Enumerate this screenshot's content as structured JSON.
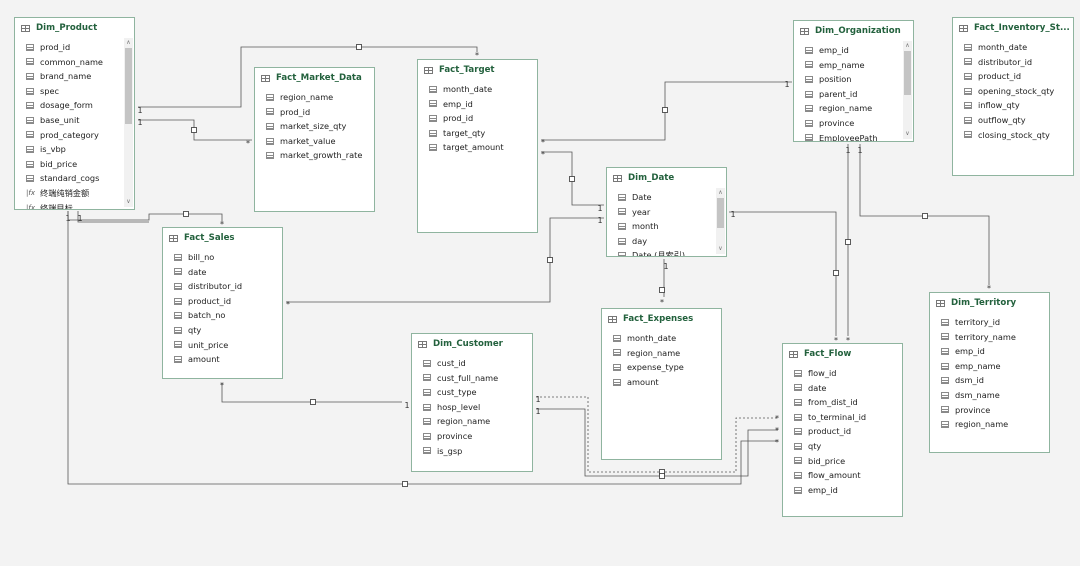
{
  "tables": [
    {
      "id": "dim_product",
      "title": "Dim_Product",
      "fields": [
        "prod_id",
        "common_name",
        "brand_name",
        "spec",
        "dosage_form",
        "base_unit",
        "prod_category",
        "is_vbp",
        "bid_price",
        "standard_cogs",
        "终端纯销金额",
        "终端目标"
      ],
      "measures": [
        10,
        11
      ],
      "scroll": true
    },
    {
      "id": "fact_market",
      "title": "Fact_Market_Data",
      "fields": [
        "region_name",
        "prod_id",
        "market_size_qty",
        "market_value",
        "market_growth_rate"
      ]
    },
    {
      "id": "fact_target",
      "title": "Fact_Target",
      "fields": [
        "month_date",
        "emp_id",
        "prod_id",
        "target_qty",
        "target_amount"
      ]
    },
    {
      "id": "dim_org",
      "title": "Dim_Organization",
      "fields": [
        "emp_id",
        "emp_name",
        "position",
        "parent_id",
        "region_name",
        "province",
        "EmployeePath"
      ],
      "scroll": true
    },
    {
      "id": "fact_inv",
      "title": "Fact_Inventory_St...",
      "fields": [
        "month_date",
        "distributor_id",
        "product_id",
        "opening_stock_qty",
        "inflow_qty",
        "outflow_qty",
        "closing_stock_qty"
      ]
    },
    {
      "id": "dim_date",
      "title": "Dim_Date",
      "fields": [
        "Date",
        "year",
        "month",
        "day",
        "Date (月索引)"
      ],
      "scroll": true
    },
    {
      "id": "fact_sales",
      "title": "Fact_Sales",
      "fields": [
        "bill_no",
        "date",
        "distributor_id",
        "product_id",
        "batch_no",
        "qty",
        "unit_price",
        "amount"
      ]
    },
    {
      "id": "fact_exp",
      "title": "Fact_Expenses",
      "fields": [
        "month_date",
        "region_name",
        "expense_type",
        "amount"
      ]
    },
    {
      "id": "dim_customer",
      "title": "Dim_Customer",
      "fields": [
        "cust_id",
        "cust_full_name",
        "cust_type",
        "hosp_level",
        "region_name",
        "province",
        "is_gsp"
      ]
    },
    {
      "id": "dim_territory",
      "title": "Dim_Territory",
      "fields": [
        "territory_id",
        "territory_name",
        "emp_id",
        "emp_name",
        "dsm_id",
        "dsm_name",
        "province",
        "region_name"
      ]
    },
    {
      "id": "fact_flow",
      "title": "Fact_Flow",
      "fields": [
        "flow_id",
        "date",
        "from_dist_id",
        "to_terminal_id",
        "product_id",
        "qty",
        "bid_price",
        "flow_amount",
        "emp_id"
      ]
    }
  ],
  "cardinality": {
    "one": "1",
    "many": "*"
  },
  "colors": {
    "header": "#23613d",
    "border": "#8fb49f",
    "line": "#555555",
    "canvas": "#f3f3f3"
  }
}
